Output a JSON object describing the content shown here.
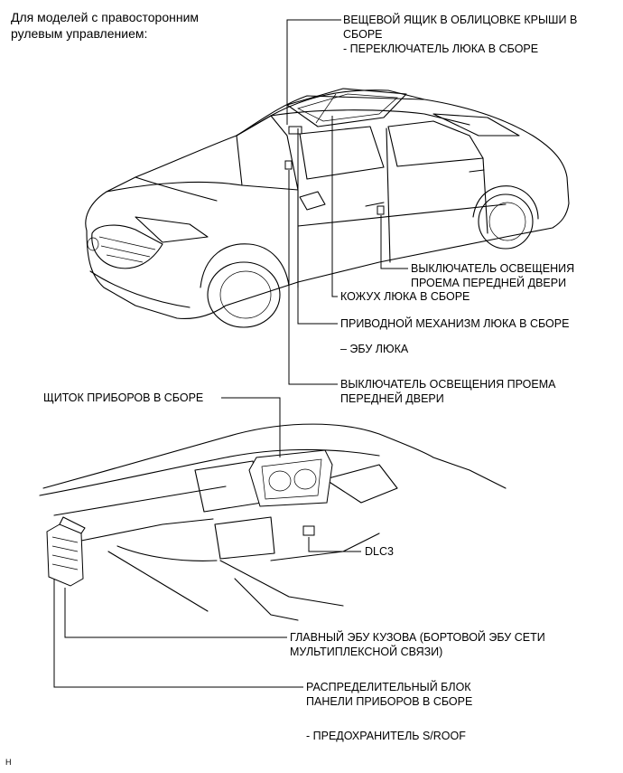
{
  "header": {
    "line1": "Для моделей с правосторонним",
    "line2": "рулевым управлением:"
  },
  "labels": {
    "roof_box_1": "ВЕЩЕВОЙ ЯЩИК В ОБЛИЦОВКЕ КРЫШИ В",
    "roof_box_2": "СБОРЕ",
    "roof_box_sub": "- ПЕРЕКЛЮЧАТЕЛЬ ЛЮКА В СБОРЕ",
    "rear_courtesy_1": "ВЫКЛЮЧАТЕЛЬ ОСВЕЩЕНИЯ",
    "rear_courtesy_2": "ПРОЕМА ПЕРЕДНЕЙ ДВЕРИ",
    "sunroof_housing": "КОЖУХ ЛЮКА В СБОРЕ",
    "sunroof_drive": "ПРИВОДНОЙ МЕХАНИЗМ ЛЮКА В СБОРЕ",
    "sunroof_ecu": "– ЭБУ ЛЮКА",
    "front_courtesy_1": "ВЫКЛЮЧАТЕЛЬ ОСВЕЩЕНИЯ ПРОЕМА",
    "front_courtesy_2": "ПЕРЕДНЕЙ ДВЕРИ",
    "combination_meter": "ЩИТОК ПРИБОРОВ В СБОРЕ",
    "dlc3": "DLC3",
    "main_body_ecu_1": "ГЛАВНЫЙ ЭБУ КУЗОВА (БОРТОВОЙ ЭБУ СЕТИ",
    "main_body_ecu_2": "МУЛЬТИПЛЕКСНОЙ СВЯЗИ)",
    "junction_block_1": "РАСПРЕДЕЛИТЕЛЬНЫЙ БЛОК",
    "junction_block_2": "ПАНЕЛИ ПРИБОРОВ В СБОРЕ",
    "fuse": "- ПРЕДОХРАНИТЕЛЬ S/ROOF"
  },
  "corner_mark": "H"
}
